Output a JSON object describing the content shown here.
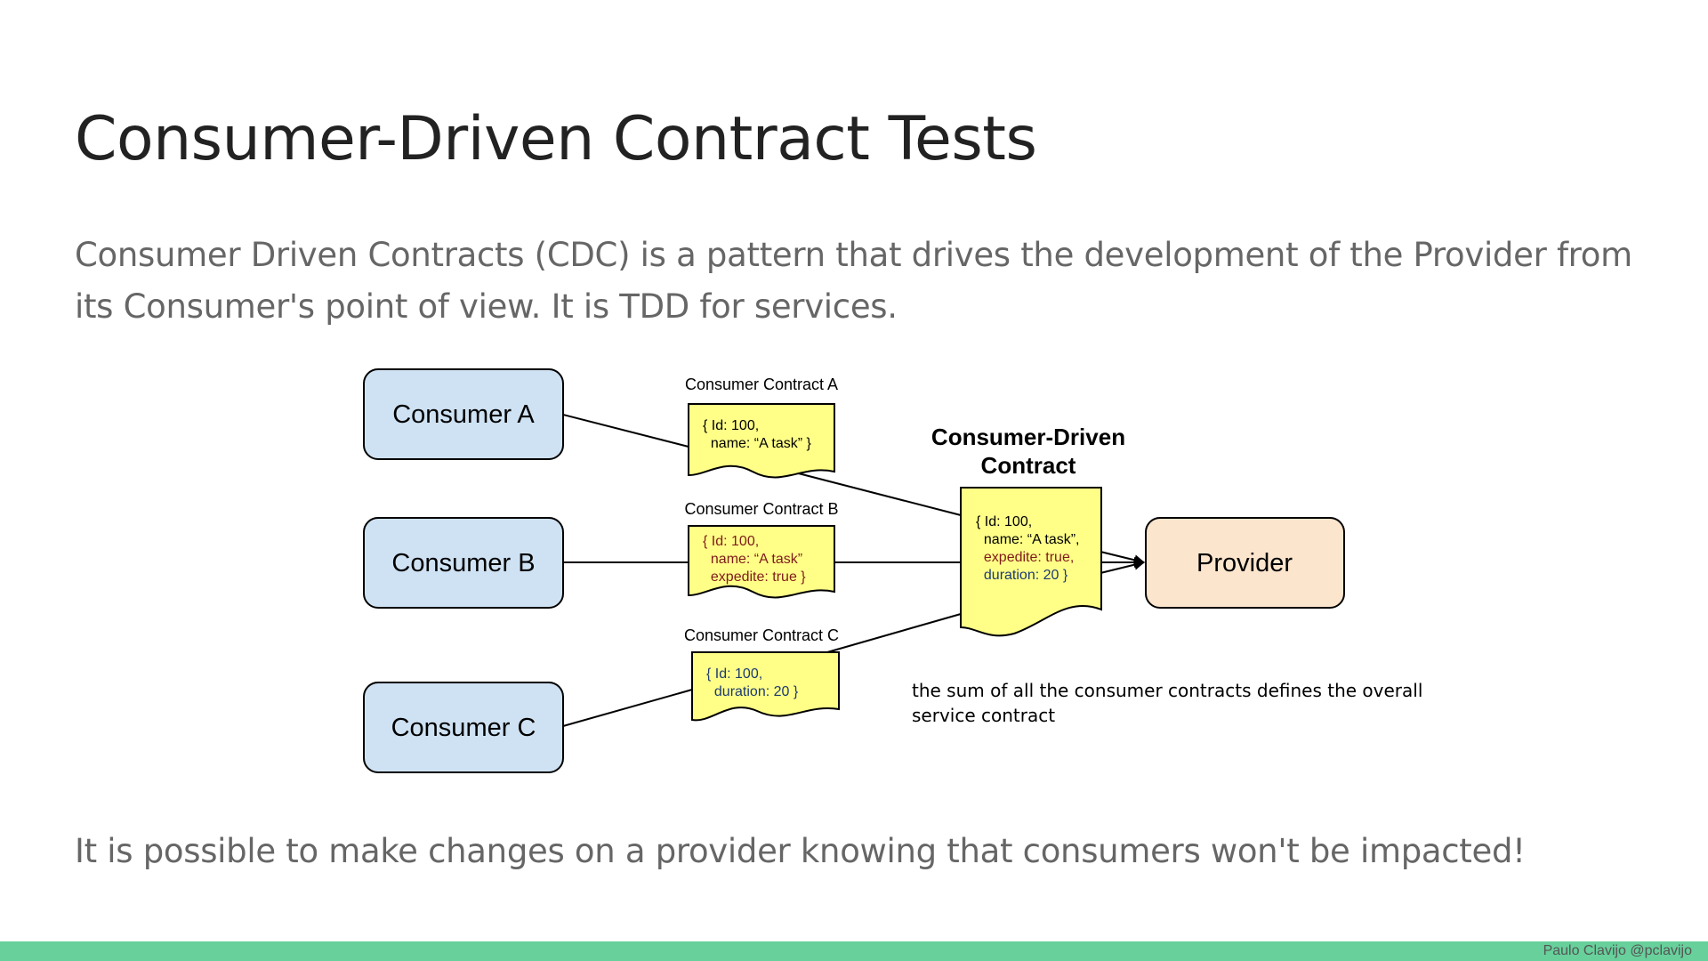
{
  "slide": {
    "title": "Consumer-Driven Contract Tests",
    "intro": "Consumer Driven Contracts (CDC) is a pattern that drives the development of the Provider from its Consumer's point of view. It is TDD for services.",
    "conclusion": "It is possible to make changes on a provider knowing that consumers won't be impacted!",
    "footer": "Paulo Clavijo @pclavijo"
  },
  "colors": {
    "consumer_fill": "#cfe2f3",
    "provider_fill": "#fce5cd",
    "contract_fill": "#ffff88",
    "footer_bar": "#67d09b",
    "field_dark_red": "#7f1b1b",
    "field_dark_blue": "#1c3a70"
  },
  "diagram": {
    "consumers": [
      {
        "label": "Consumer A"
      },
      {
        "label": "Consumer B"
      },
      {
        "label": "Consumer C"
      }
    ],
    "contracts": [
      {
        "title": "Consumer Contract A",
        "lines": [
          "{ Id: 100,",
          "  name: “A task” }"
        ]
      },
      {
        "title": "Consumer Contract B",
        "lines": [
          "{ Id: 100,",
          "  name: “A task”",
          "  expedite: true }"
        ]
      },
      {
        "title": "Consumer Contract C",
        "lines": [
          "{ Id: 100,",
          "  duration: 20 }"
        ]
      }
    ],
    "cdc": {
      "title_line1": "Consumer-Driven",
      "title_line2": "Contract",
      "lines": [
        "{ Id: 100,",
        "  name: “A task”,",
        "  expedite: true,",
        "  duration: 20 }"
      ]
    },
    "provider": {
      "label": "Provider"
    },
    "note_line1": "the sum of all the consumer contracts defines the overall",
    "note_line2": "service contract"
  }
}
